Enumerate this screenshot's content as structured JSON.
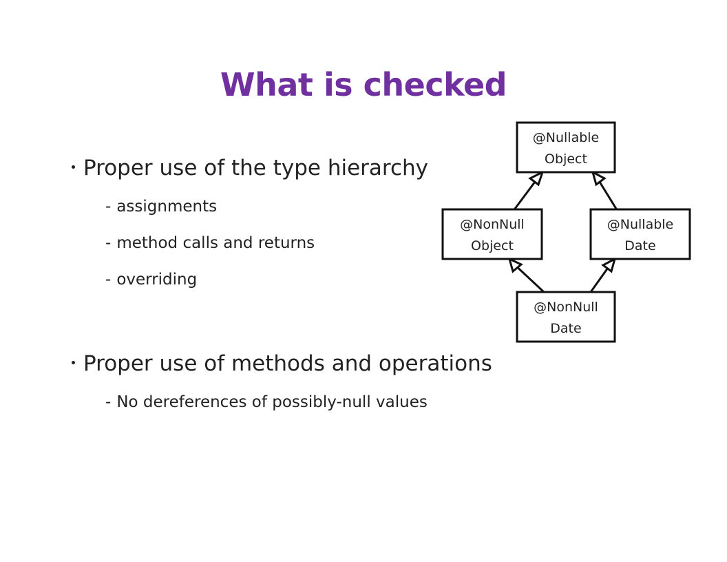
{
  "slide": {
    "title": "What is checked",
    "bullets": [
      {
        "text": "Proper use of the type hierarchy",
        "subitems": [
          "assignments",
          "method calls and returns",
          "overriding"
        ]
      },
      {
        "text": "Proper use of methods and operations",
        "subitems": [
          "No dereferences of possibly-null values"
        ]
      }
    ],
    "sub_marker": "-",
    "colors": {
      "title": "#7030a0",
      "text": "#222222",
      "diagram_stroke": "#111111"
    }
  },
  "diagram": {
    "nodes": {
      "nullable_object": {
        "line1": "@Nullable",
        "line2": "Object"
      },
      "nonnull_object": {
        "line1": "@NonNull",
        "line2": "Object"
      },
      "nullable_date": {
        "line1": "@Nullable",
        "line2": "Date"
      },
      "nonnull_date": {
        "line1": "@NonNull",
        "line2": "Date"
      }
    },
    "edges": [
      {
        "from": "nonnull_object",
        "to": "nullable_object"
      },
      {
        "from": "nullable_date",
        "to": "nullable_object"
      },
      {
        "from": "nonnull_date",
        "to": "nonnull_object"
      },
      {
        "from": "nonnull_date",
        "to": "nullable_date"
      }
    ]
  }
}
